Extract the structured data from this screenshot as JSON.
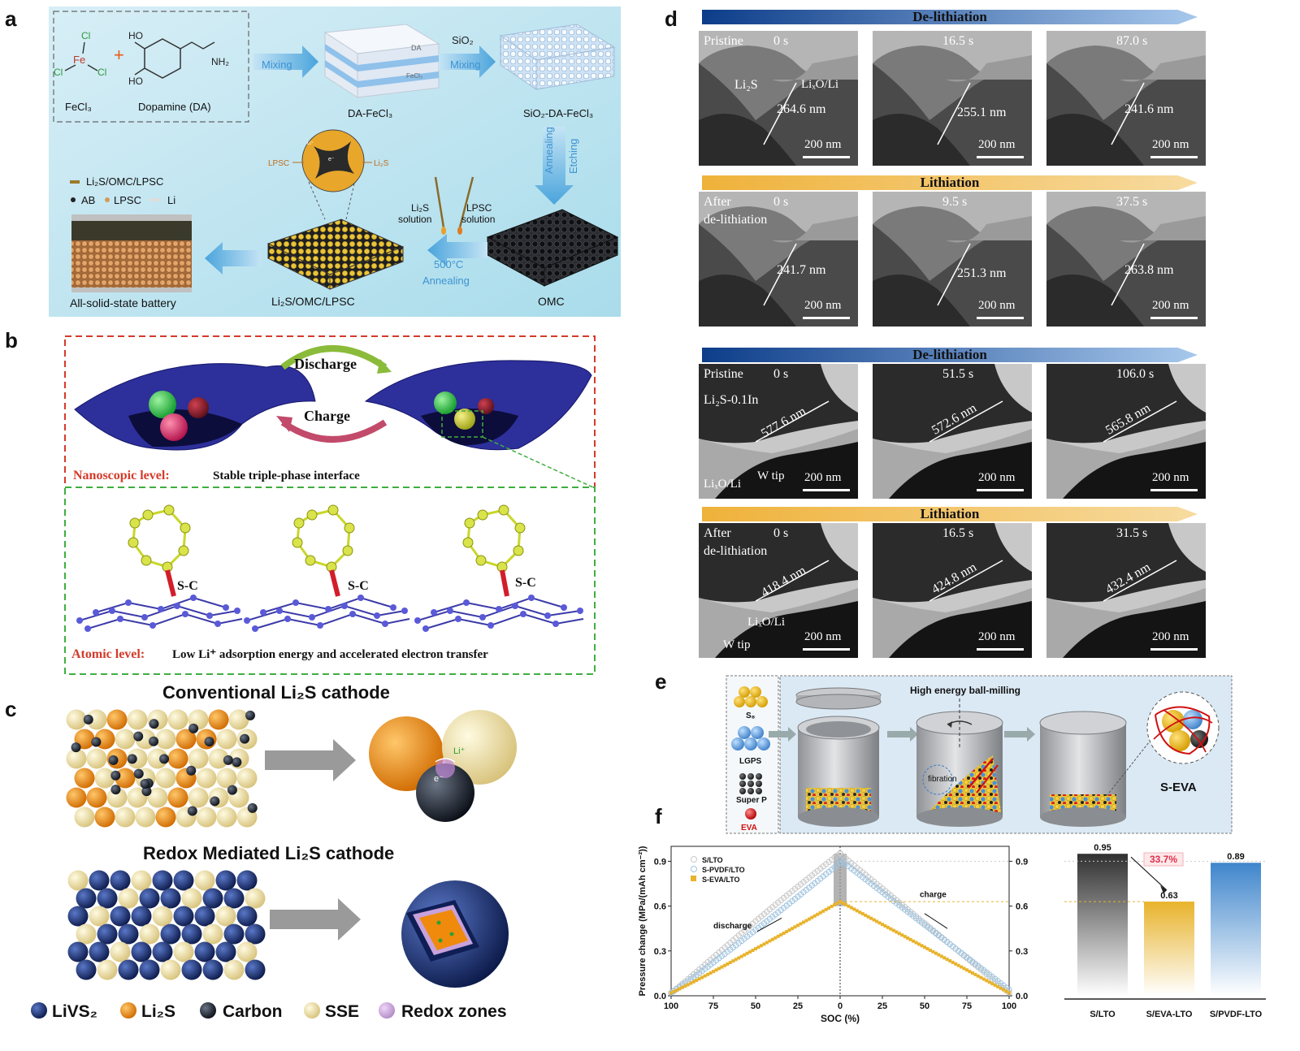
{
  "panels": {
    "a": {
      "label": "a",
      "reagents": [
        "FeCl₃",
        "Dopamine (DA)"
      ],
      "cl": "Cl",
      "fe": "Fe",
      "ho": "HO",
      "nh2": "NH₂",
      "plus": "+",
      "mixing": "Mixing",
      "da_layer": "DA",
      "fecl_layer": "FeCl₃",
      "intermediate": "DA-FeCl₃",
      "sio2": "SiO₂",
      "mixing2": "Mixing",
      "sio2_product": "SiO₂-DA-FeCl₃",
      "annealing": "Annealing",
      "etching": "Etching",
      "omc": "OMC",
      "li2s_solution": [
        "Li₂S",
        "solution"
      ],
      "lpsc_solution": [
        "LPSC",
        "solution"
      ],
      "temp": "500°C",
      "annealing2": "Annealing",
      "composite": "Li₂S/OMC/LPSC",
      "battery": "All-solid-state battery",
      "legend": [
        "Li₂S/OMC/LPSC",
        "AB",
        "LPSC",
        "Li"
      ],
      "zoom_lpsc": "LPSC",
      "zoom_li2s": "Li₂S",
      "zoom_li": "Li⁺",
      "zoom_e": "e⁻"
    },
    "b": {
      "label": "b",
      "discharge": "Discharge",
      "charge": "Charge",
      "nano_title": "Nanoscopic level:",
      "nano_text": "Stable triple-phase interface",
      "bond": "S-C",
      "atomic_title": "Atomic level:",
      "atomic_text": "Low Li⁺ adsorption energy and accelerated electron transfer"
    },
    "c": {
      "label": "c",
      "title1": "Conventional Li₂S cathode",
      "title2": "Redox Mediated Li₂S cathode",
      "li_ion": "Li⁺",
      "electron": "e⁻",
      "legend": [
        "LiVS₂",
        "Li₂S",
        "Carbon",
        "SSE",
        "Redox zones"
      ],
      "legend_colors": [
        "#1c2e6e",
        "#ef8a0c",
        "#1e2633",
        "#f0dfa2",
        "#c9a6db"
      ]
    },
    "d": {
      "label": "d",
      "bars": [
        "De-lithiation",
        "Lithiation",
        "De-lithiation",
        "Lithiation"
      ],
      "scale": "200 nm",
      "rows": [
        {
          "tags": [
            [
              "Pristine"
            ],
            [],
            []
          ],
          "times": [
            "0 s",
            "16.5 s",
            "87.0 s"
          ],
          "dims": [
            "264.6 nm",
            "255.1 nm",
            "241.6 nm"
          ],
          "extra": [
            "Li₂S",
            "LiₓO/Li"
          ]
        },
        {
          "tags": [
            [
              "After",
              "de-lithiation"
            ],
            [],
            []
          ],
          "times": [
            "0 s",
            "9.5 s",
            "37.5 s"
          ],
          "dims": [
            "241.7 nm",
            "251.3 nm",
            "263.8 nm"
          ]
        },
        {
          "tags": [
            [
              "Pristine"
            ],
            [],
            []
          ],
          "times": [
            "0 s",
            "51.5 s",
            "106.0 s"
          ],
          "dims": [
            "577.6 nm",
            "572.6 nm",
            "565.8 nm"
          ],
          "extra": [
            "Li₂S-0.1In",
            "W tip",
            "LiₓO/Li"
          ]
        },
        {
          "tags": [
            [
              "After",
              "de-lithiation"
            ],
            [],
            []
          ],
          "times": [
            "0 s",
            "16.5 s",
            "31.5 s"
          ],
          "dims": [
            "418.4 nm",
            "424.8 nm",
            "432.4 nm"
          ],
          "extra": [
            "LiₓO/Li",
            "W tip"
          ]
        }
      ]
    },
    "e": {
      "label": "e",
      "materials": [
        "S₈",
        "LGPS",
        "Super P",
        "EVA"
      ],
      "process": "High energy ball-milling",
      "fibration": "fibration",
      "product": "S-EVA"
    },
    "f": {
      "label": "f"
    }
  },
  "chart_data": {
    "type": "line",
    "ylabel": "Pressure change (MPa/(mAh cm⁻²))",
    "xlabel": "SOC (%)",
    "ylim": [
      0,
      1.0
    ],
    "yticks": [
      "0.0",
      "0.3",
      "0.6",
      "0.9"
    ],
    "xticks": [
      "100",
      "75",
      "50",
      "25",
      "0",
      "25",
      "50",
      "75",
      "100"
    ],
    "legend": [
      "S/LTO",
      "S-PVDF/LTO",
      "S-EVA/LTO"
    ],
    "annotations": [
      "discharge",
      "charge"
    ],
    "series": [
      {
        "name": "S/LTO",
        "color": "#c8c8c8",
        "discharge_peak": 0.95,
        "end": 0.02
      },
      {
        "name": "S-PVDF/LTO",
        "color": "#9ec3df",
        "discharge_peak": 0.89,
        "end": 0.02
      },
      {
        "name": "S-EVA/LTO",
        "color": "#e8b32c",
        "discharge_peak": 0.63,
        "end": 0.02
      }
    ],
    "bars": {
      "categories": [
        "S/LTO",
        "S/EVA-LTO",
        "S/PVDF-LTO"
      ],
      "values": [
        0.95,
        0.63,
        0.89
      ],
      "labels": [
        "0.95",
        "0.63",
        "0.89"
      ],
      "colors": [
        "#303030",
        "#e8b32c",
        "#3f86cc"
      ],
      "reduction": "33.7%"
    }
  }
}
